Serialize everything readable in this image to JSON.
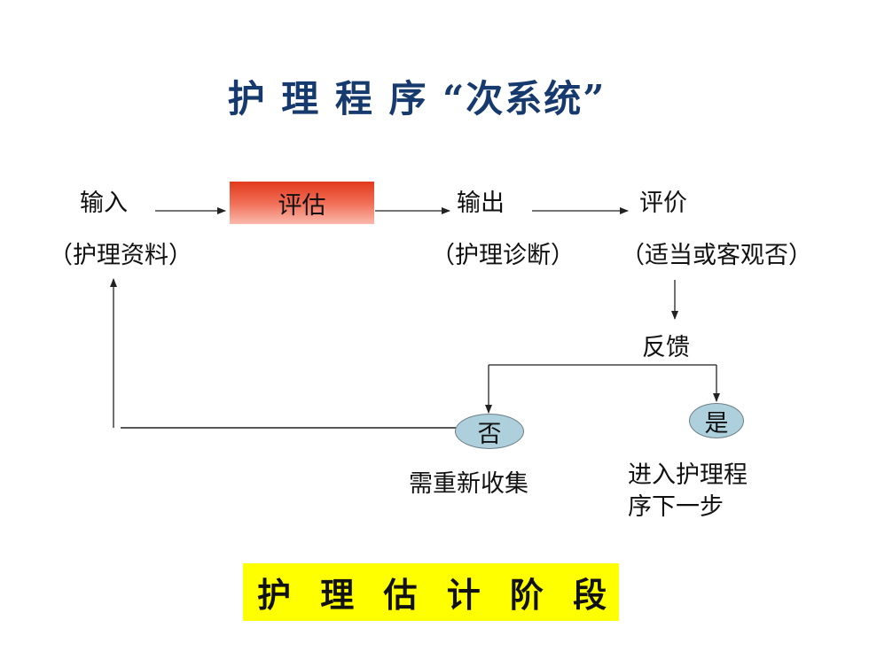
{
  "title": "护  理 程 序 “次系统”",
  "nodes": {
    "input": "输入",
    "input_sub": "（护理资料）",
    "assess": "评估",
    "output": "输出",
    "output_sub": "（护理诊断）",
    "evaluate": "评价",
    "evaluate_sub": "（适当或客观否）",
    "feedback": "反馈",
    "no": "否",
    "yes": "是",
    "no_result": "需重新收集",
    "yes_result_line1": "进入护理程",
    "yes_result_line2": "序下一步"
  },
  "footer": "护 理 估 计 阶 段",
  "colors": {
    "title": "#173a6e",
    "assess_box": "#e23a1c",
    "ellipse_fill": "#aed0dc",
    "footer_box": "#ffff00"
  }
}
